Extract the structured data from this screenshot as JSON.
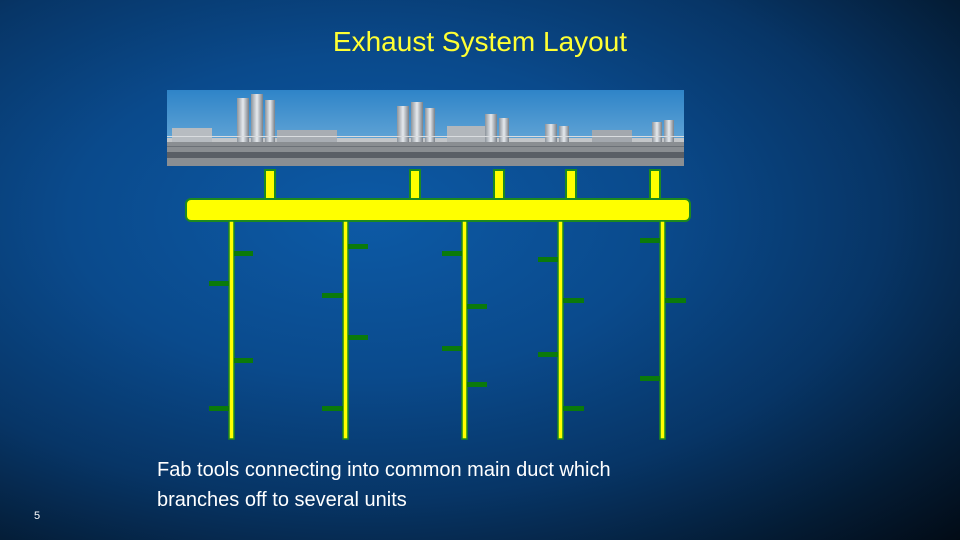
{
  "slide": {
    "title": "Exhaust System Layout",
    "caption_line1": "Fab tools connecting into common main duct which",
    "caption_line2": "branches off to several units",
    "slide_number": "5"
  },
  "colors": {
    "duct_fill": "#ffff00",
    "duct_outline": "#1d8a1d",
    "tool_connector": "#0b7a0b",
    "title": "#ffff33"
  }
}
